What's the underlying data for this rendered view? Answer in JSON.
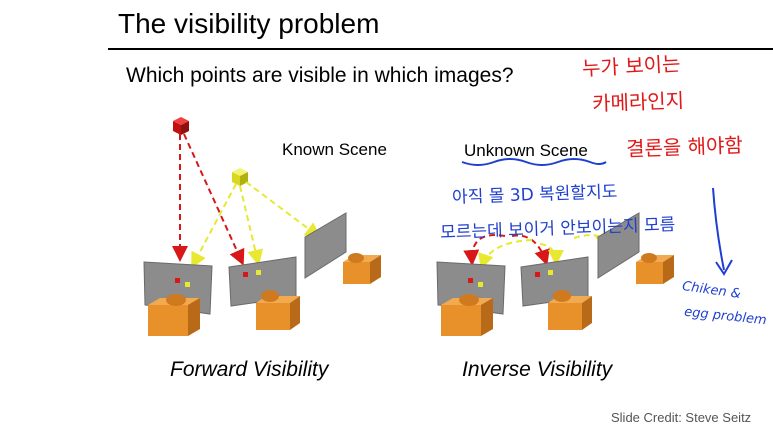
{
  "slide": {
    "title": "The visibility problem",
    "question": "Which points are visible in which images?",
    "known_scene_label": "Known Scene",
    "unknown_scene_label": "Unknown Scene",
    "forward_caption": "Forward Visibility",
    "inverse_caption": "Inverse Visibility",
    "credit": "Slide Credit: Steve Seitz"
  },
  "annotations": {
    "red_line_1": "누가 보이는",
    "red_line_2": "카메라인지",
    "red_line_3": "결론을 해야함",
    "blue_line_1": "아직 몰 3D 복원할지도",
    "blue_line_2": "모르는데 보이거 안보이는지 모름",
    "blue_line_3": "Chiken &",
    "blue_line_4": "egg problem"
  },
  "colors": {
    "red_point": "#d81818",
    "yellow_point": "#e8e830",
    "camera_body": "#e8902a",
    "image_plane": "#8c8c8c",
    "ink_red": "#e01818",
    "ink_blue": "#1f3fd0"
  }
}
